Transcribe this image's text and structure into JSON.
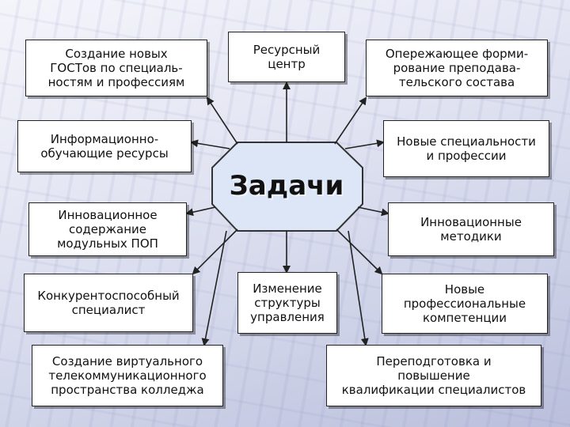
{
  "diagram": {
    "center": "Задачи",
    "nodes": [
      {
        "id": "gost",
        "text": "Создание новых\nГОСТов по специаль-\nностям и профессиям"
      },
      {
        "id": "resource",
        "text": "Ресурсный\nцентр"
      },
      {
        "id": "staff",
        "text": "Опережающее форми-\nрование преподава-\nтельского состава"
      },
      {
        "id": "info",
        "text": "Информационно-\nобучающие ресурсы"
      },
      {
        "id": "specialties",
        "text": "Новые специальности\nи профессии"
      },
      {
        "id": "innov-content",
        "text": "Инновационное\nсодержание\nмодульных ПОП"
      },
      {
        "id": "innov-methods",
        "text": "Инновационные\nметодики"
      },
      {
        "id": "competitive",
        "text": "Конкурентоспособный\nспециалист"
      },
      {
        "id": "structure",
        "text": "Изменение\nструктуры\nуправления"
      },
      {
        "id": "competencies",
        "text": "Новые\nпрофессиональные\nкомпетенции"
      },
      {
        "id": "virtual",
        "text": "Создание виртуального\nтелекоммуникационного\nпространства колледжа"
      },
      {
        "id": "retraining",
        "text": "Переподготовка и\nповышение\nквалификации специалистов"
      }
    ],
    "colors": {
      "octagon_fill": "#dde6f6",
      "octagon_stroke": "#333333",
      "box_fill": "#ffffff",
      "line": "#222222"
    }
  }
}
